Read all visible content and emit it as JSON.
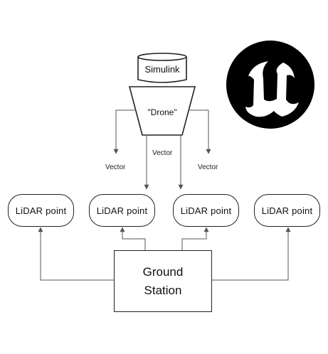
{
  "diagram": {
    "simulink_label": "Simulink",
    "drone_label": "\"Drone\"",
    "vector_label": "Vector",
    "lidar_label": "LiDAR point",
    "ground_station_label": "Ground\nStation",
    "logo": {
      "name": "unreal-engine-logo",
      "fill": "#000000",
      "mark": "#ffffff"
    },
    "colors": {
      "line": "#555555",
      "stroke": "#222222"
    }
  }
}
